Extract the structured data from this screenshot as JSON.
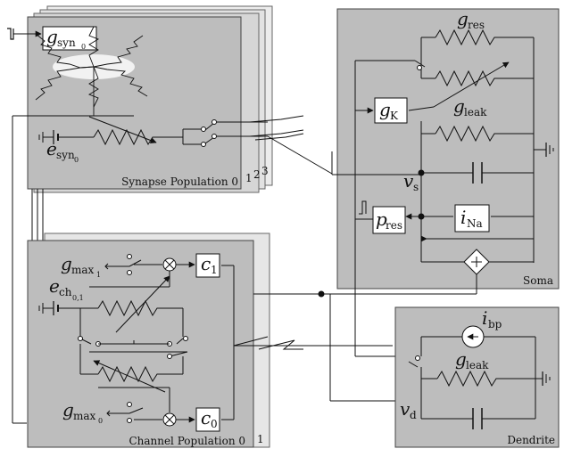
{
  "colors": {
    "panel": "#bdbdbd",
    "panel_back": "#d9d9d9",
    "panel_back2": "#e9e9e9",
    "line": "#111111",
    "box": "#ffffff"
  },
  "synapse": {
    "title": "Synapse Population 0",
    "stack_numbers": [
      "1",
      "2",
      "3"
    ],
    "g_syn": {
      "main": "g",
      "sub": "syn",
      "subsub": "0"
    },
    "e_syn": {
      "main": "e",
      "sub": "syn",
      "subsub": "0"
    }
  },
  "channel": {
    "title": "Channel Population 0",
    "stack_numbers": [
      "1"
    ],
    "g_max1": {
      "main": "g",
      "sub": "max",
      "subsub": "1"
    },
    "g_max0": {
      "main": "g",
      "sub": "max",
      "subsub": "0"
    },
    "e_ch": {
      "main": "e",
      "sub": "ch",
      "subsub": "0,1"
    },
    "c1": {
      "main": "c",
      "sub": "1"
    },
    "c0": {
      "main": "c",
      "sub": "0"
    }
  },
  "soma": {
    "title": "Soma",
    "g_res": {
      "main": "g",
      "sub": "res"
    },
    "g_K": {
      "main": "g",
      "sub": "K"
    },
    "g_leak": {
      "main": "g",
      "sub": "leak"
    },
    "v_s": {
      "main": "v",
      "sub": "s"
    },
    "p_res": {
      "main": "p",
      "sub": "res"
    },
    "i_Na": {
      "main": "i",
      "sub": "Na"
    }
  },
  "dendrite": {
    "title": "Dendrite",
    "i_bp": {
      "main": "i",
      "sub": "bp"
    },
    "g_leak": {
      "main": "g",
      "sub": "leak"
    },
    "v_d": {
      "main": "v",
      "sub": "d"
    }
  }
}
